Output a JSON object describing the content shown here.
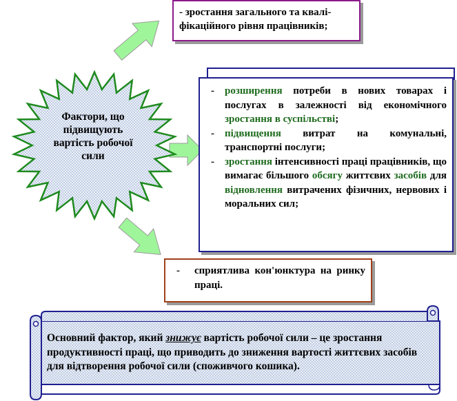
{
  "center": {
    "label": "Фактори, що підвищують вартість робочої сили"
  },
  "box_top": {
    "text": "- зростання загального та квалі- фікаційного рівня працівників;"
  },
  "box_middle": {
    "items": [
      [
        {
          "t": "розширення",
          "hl": true
        },
        {
          "t": " потреби в нових товарах і послугах в залежності від економічного ",
          "hl": false
        },
        {
          "t": "зростання в суспільстві",
          "hl": true
        },
        {
          "t": ";",
          "hl": false
        }
      ],
      [
        {
          "t": "підвищення",
          "hl": true
        },
        {
          "t": " витрат на комунальні, транспортні послуги;",
          "hl": false
        }
      ],
      [
        {
          "t": "зростання",
          "hl": true
        },
        {
          "t": " інтенсивності праці працівників, що вимагає більшого ",
          "hl": false
        },
        {
          "t": "обсягу",
          "hl": true
        },
        {
          "t": " життєвих ",
          "hl": false
        },
        {
          "t": "засобів",
          "hl": true
        },
        {
          "t": " для ",
          "hl": false
        },
        {
          "t": "відновлення",
          "hl": true
        },
        {
          "t": " витрачених фізичних, нервових і моральних сил;",
          "hl": false
        }
      ]
    ]
  },
  "box_bottom": {
    "text": "сприятлива кон'юнктура на ринку праці."
  },
  "scroll": {
    "before": "Основний фактор, який ",
    "emphasis": "знижує",
    "after": " вартість робочої сили – це зростання продуктивності праці, що приводить до зниження вартості життєвих засобів для відтворення робочої сили (споживчого кошика)."
  },
  "colors": {
    "star_border": "#1e8a1e",
    "star_fill": "#d2dcea",
    "arrow_fill": "#9ff59a",
    "box_top_border": "#8b1a8b",
    "box_middle_border": "#1f1f8f",
    "box_bottom_border": "#a0401a",
    "highlight_text": "#1e6b1e",
    "scroll_border": "#1f1f8f",
    "scroll_fill": "#d2dcea"
  }
}
